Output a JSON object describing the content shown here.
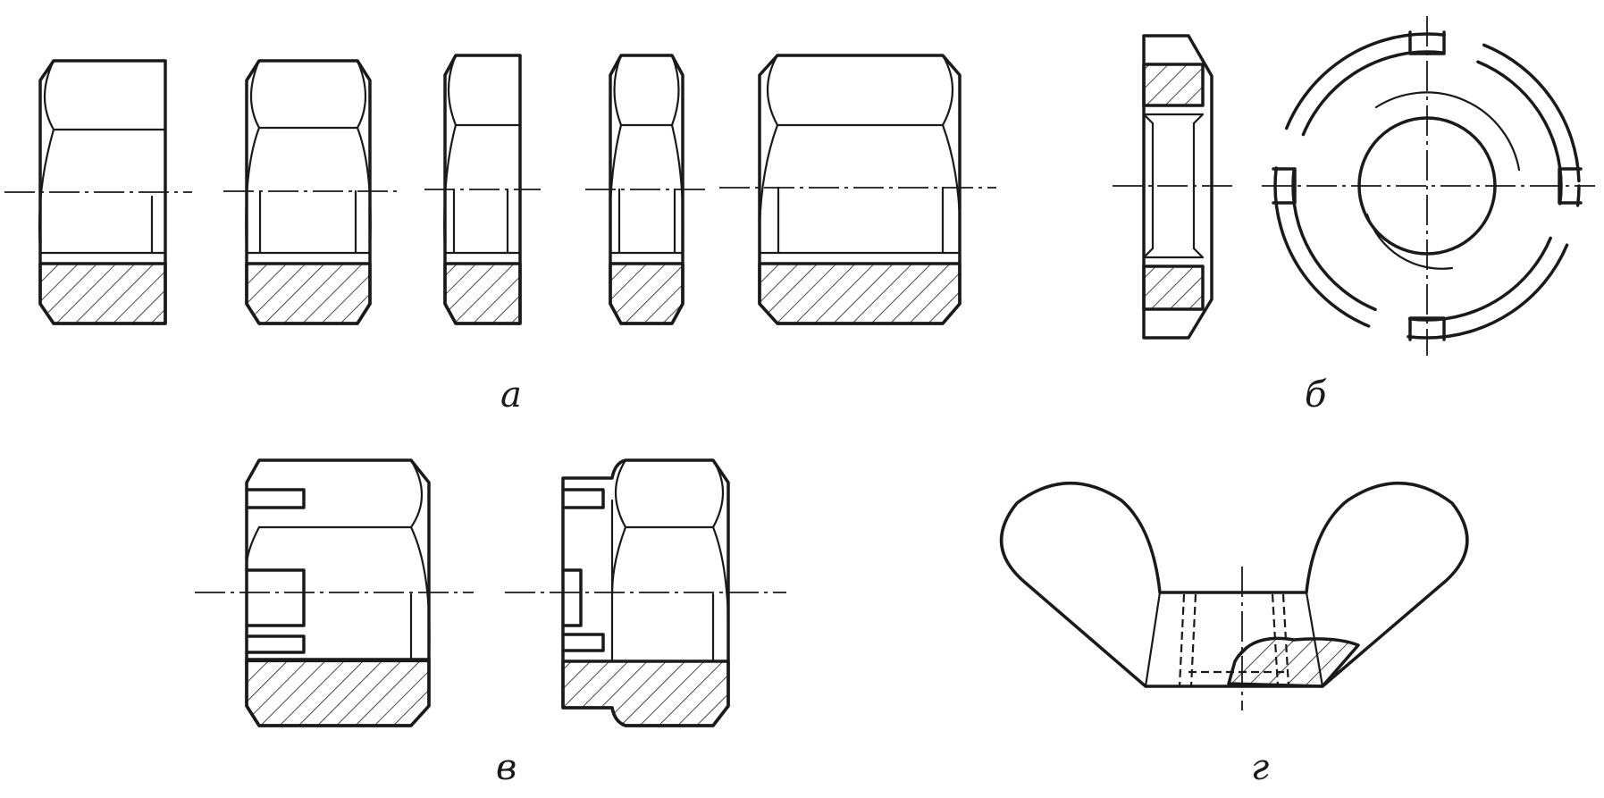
{
  "figure": {
    "labels": {
      "a": "а",
      "b": "б",
      "v": "в",
      "g": "г"
    }
  },
  "colors": {
    "ink": "#1a1a1a",
    "paper": "#ffffff"
  }
}
